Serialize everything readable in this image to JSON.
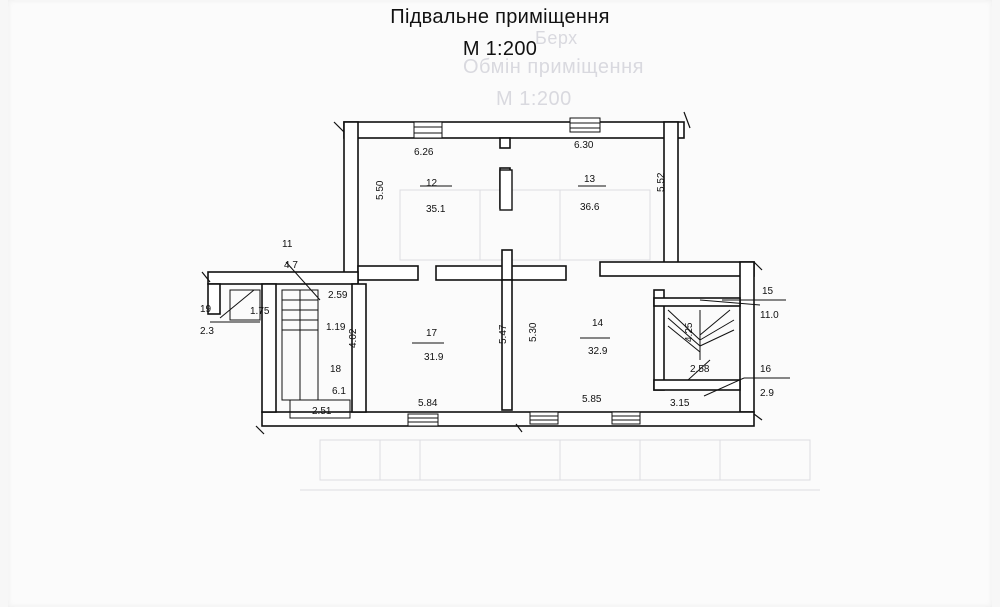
{
  "title": "Підвальне приміщення",
  "scale": "М 1:200",
  "ghost_texts": [
    "Берх",
    "Обмін приміщення",
    "М 1:200"
  ],
  "rooms": [
    {
      "id": "room-12",
      "number": "12",
      "area": "35.1"
    },
    {
      "id": "room-13",
      "number": "13",
      "area": "36.6"
    },
    {
      "id": "room-14",
      "number": "14",
      "area": "32.9"
    },
    {
      "id": "room-15",
      "number": "15",
      "area": "11.0"
    },
    {
      "id": "room-16",
      "number": "16",
      "area": "2.9"
    },
    {
      "id": "room-17",
      "number": "17",
      "area": "31.9"
    },
    {
      "id": "room-18",
      "number": "18",
      "area": "6.1"
    },
    {
      "id": "room-11",
      "number": "11",
      "area": "4.7"
    },
    {
      "id": "room-19",
      "number": "19",
      "area": "2.3"
    }
  ],
  "dimensions": [
    "6.26",
    "6.30",
    "5.50",
    "5.52",
    "2.59",
    "1.75",
    "1.19",
    "4.02",
    "5.47",
    "5.30",
    "5.84",
    "5.85",
    "2.51",
    "4.25",
    "2.58",
    "3.15"
  ]
}
